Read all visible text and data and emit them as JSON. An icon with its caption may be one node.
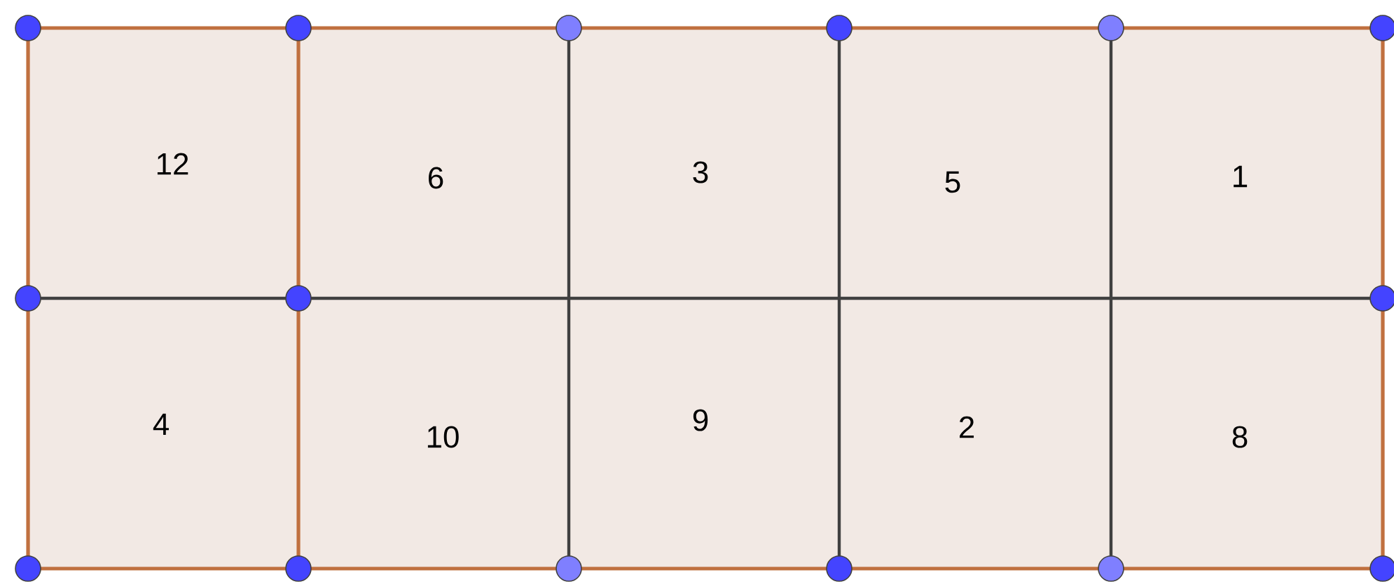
{
  "diagram": {
    "nodes": [
      {
        "text": [
          "12"
        ]
      },
      {
        "text": [
          "6"
        ]
      },
      {
        "text": [
          "3"
        ]
      },
      {
        "text": [
          "5"
        ]
      },
      {
        "text": [
          "1"
        ]
      },
      {
        "text": [
          "4"
        ]
      },
      {
        "text": [
          "10"
        ]
      },
      {
        "text": [
          "9"
        ]
      },
      {
        "text": [
          "2"
        ]
      },
      {
        "text": [
          "8"
        ]
      }
    ]
  }
}
